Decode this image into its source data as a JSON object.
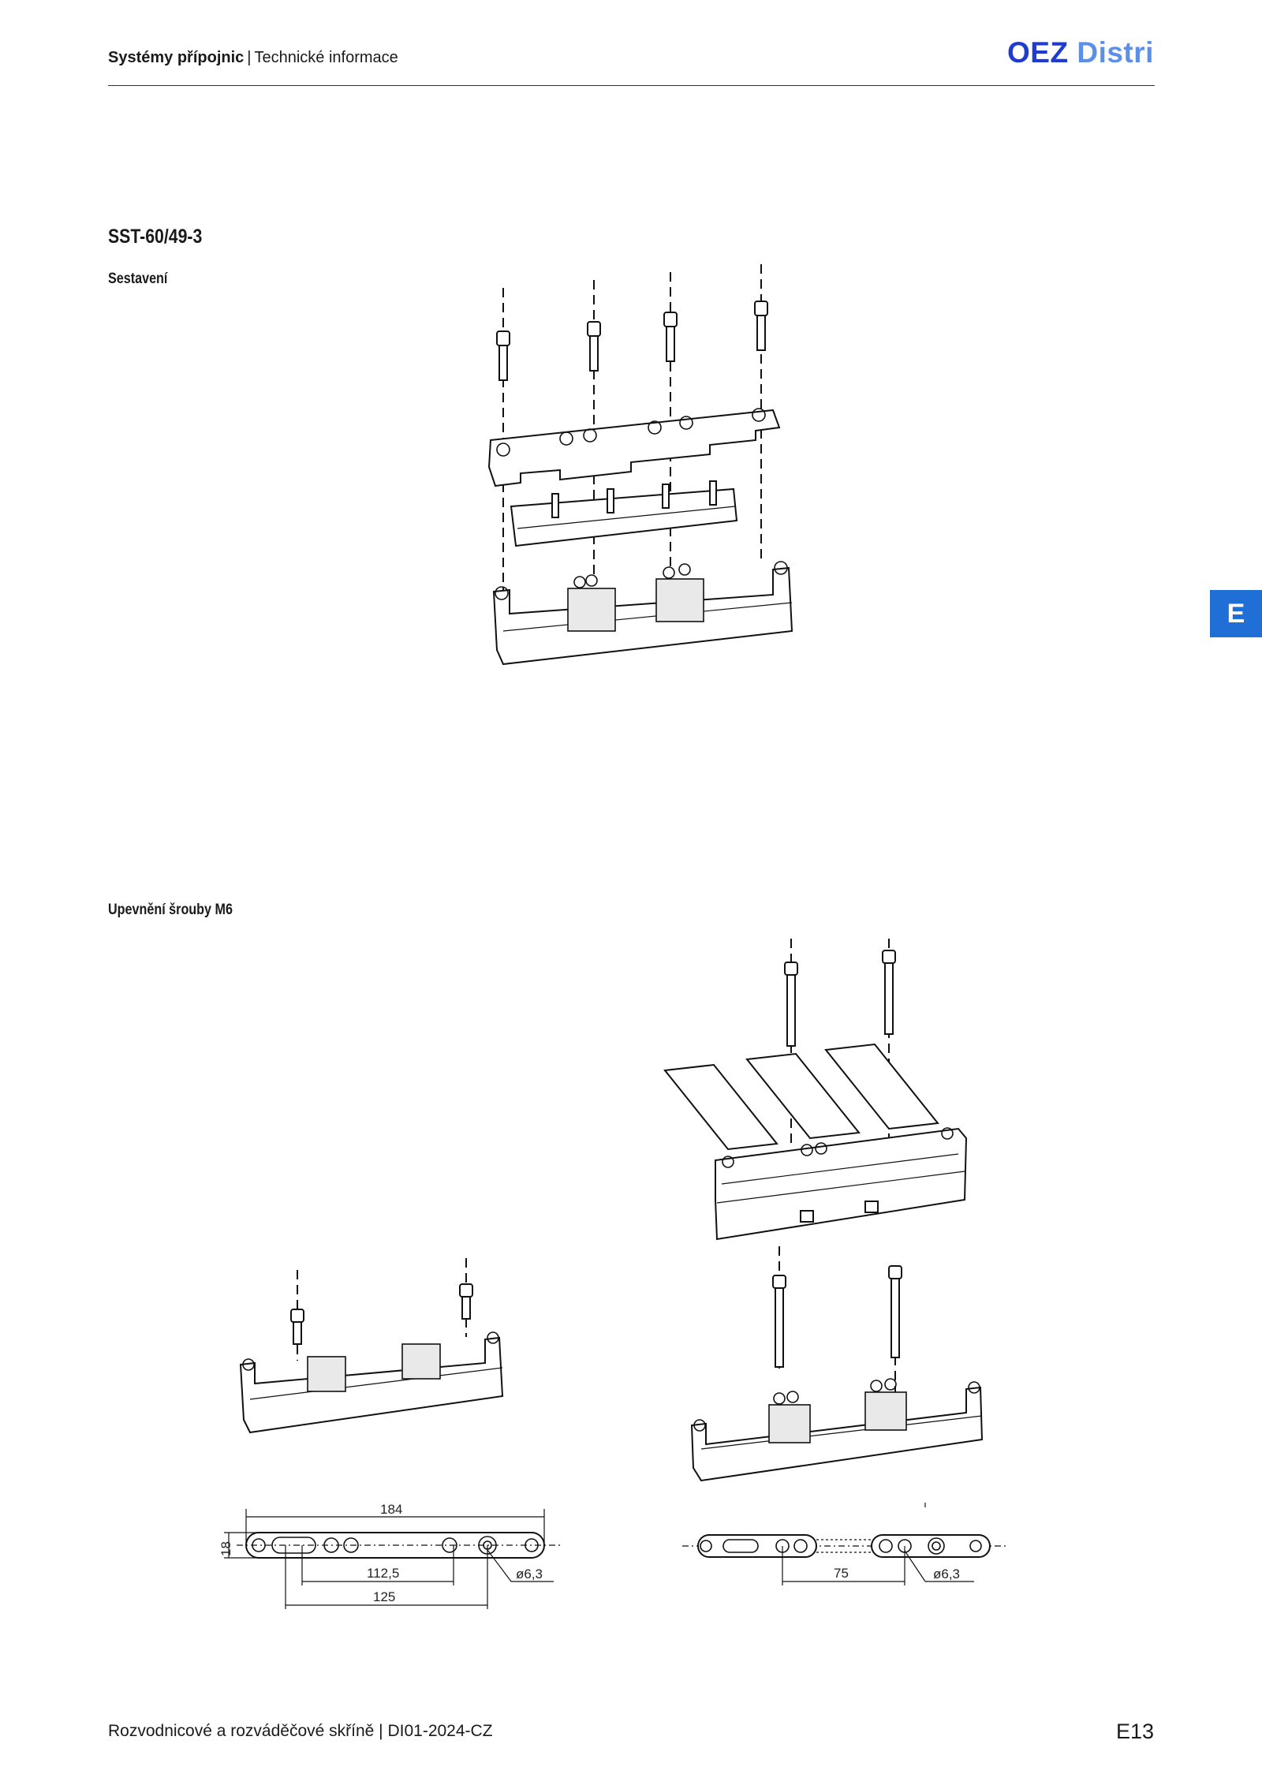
{
  "header": {
    "section": "Systémy přípojnic",
    "topic": "Technické informace",
    "logo_main": "OEZ",
    "logo_sub": "Distri"
  },
  "side_tab": {
    "letter": "E"
  },
  "product": {
    "code": "SST-60/49-3",
    "assembly_heading": "Sestavení",
    "mounting_heading": "Upevnění šrouby M6"
  },
  "drawing_left": {
    "dim_total": "184",
    "dim_height": "18",
    "dim_holes": "112,5",
    "dim_span": "125",
    "dim_hole_diameter": "ø6,3"
  },
  "drawing_right": {
    "dim_holes": "75",
    "dim_hole_diameter": "ø6,3"
  },
  "footer": {
    "catalogue": "Rozvodnicové a rozváděčové skříně",
    "doc_code": "DI01-2024-CZ",
    "page": "E13"
  }
}
